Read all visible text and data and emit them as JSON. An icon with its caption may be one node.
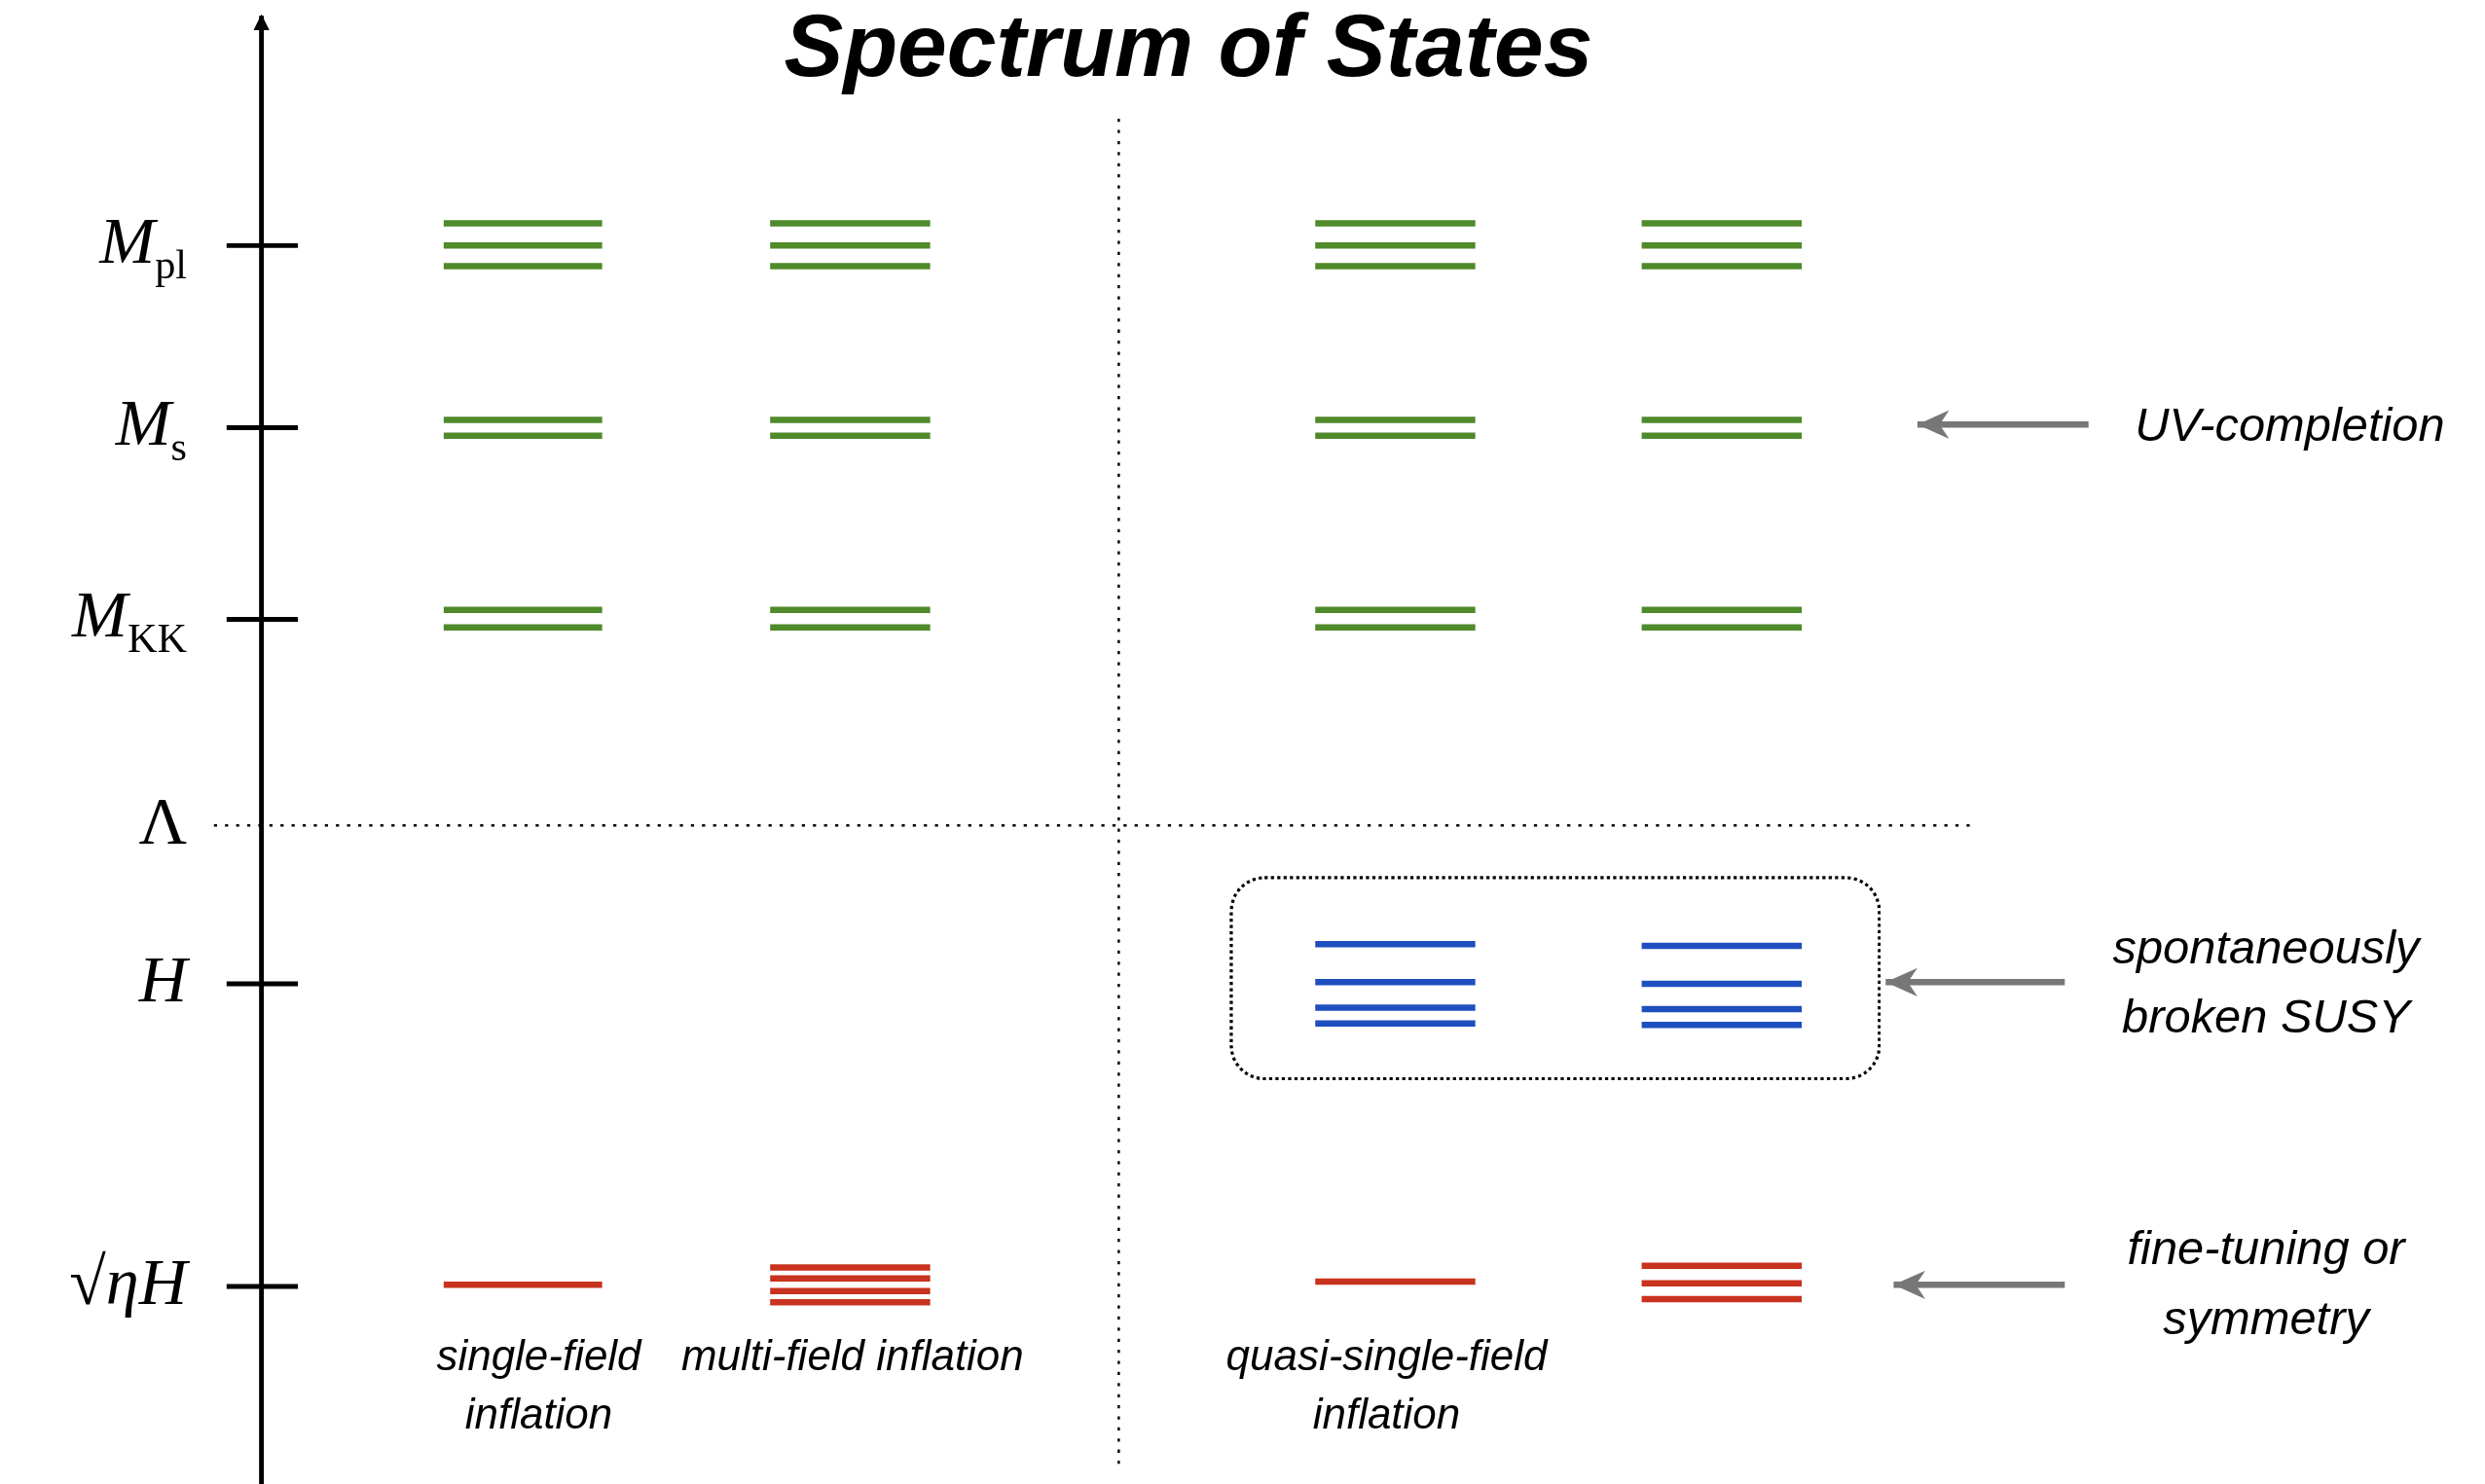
{
  "diagram": {
    "title": "Spectrum of States",
    "nodes": [
      {
        "text": [
          "UV-completion"
        ]
      },
      {
        "text": [],
        "shape": "box"
      },
      {
        "text": [
          "spontaneously broken SUSY"
        ]
      },
      {
        "text": [
          "fine-tuning or symmetry"
        ]
      }
    ],
    "edges": [
      {
        "from": 0,
        "to": null,
        "arrow": "to"
      },
      {
        "from": 2,
        "to": 1,
        "arrow": "to"
      },
      {
        "from": 3,
        "to": null,
        "arrow": "to"
      }
    ],
    "labels": [
      "*M*$_{pl}$",
      "*M*$_{s}$",
      "*M*$_{KK}$",
      "Λ",
      "*H*",
      "√*ηH*",
      "single-field inflation",
      "multi-field inflation",
      "quasi-single-field inflation"
    ]
  }
}
